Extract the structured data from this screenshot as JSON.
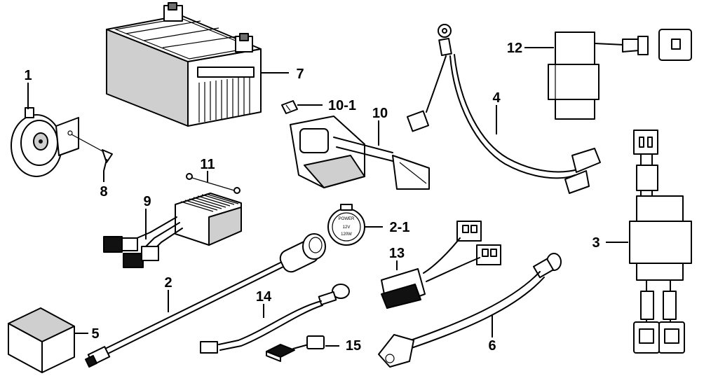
{
  "callouts": {
    "p1": "1",
    "p2": "2",
    "p2_1": "2-1",
    "p3": "3",
    "p4": "4",
    "p5": "5",
    "p6": "6",
    "p7": "7",
    "p8": "8",
    "p9": "9",
    "p10": "10",
    "p10_1": "10-1",
    "p11": "11",
    "p12": "12",
    "p13": "13",
    "p14": "14",
    "p15": "15"
  },
  "socket_text": {
    "top": "POWER",
    "volt": "12V",
    "watt": "120W"
  }
}
